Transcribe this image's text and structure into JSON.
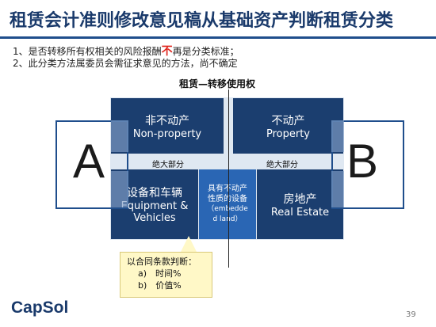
{
  "title": "租赁会计准则修改意见稿从基础资产判断租赁分类",
  "bullets": {
    "b1_prefix": "1、是否转移所有权相关的风险报酬",
    "b1_highlight": "不",
    "b1_suffix": "再是分类标准；",
    "b2": "2、此分类方法属委员会需征求意见的方法，尚不确定"
  },
  "center_label": "租赁—转移使用权",
  "quadrants": {
    "non_property": {
      "cn": "非不动产",
      "en": "Non-property"
    },
    "property": {
      "cn": "不动产",
      "en": "Property"
    },
    "equipment": {
      "cn": "设备和车辆",
      "en1": "Equipment &",
      "en2": "Vehicles"
    },
    "real_estate": {
      "cn": "房地产",
      "en": "Real Estate"
    },
    "embedded": {
      "cn1": "具有不动产",
      "cn2": "性质的设备",
      "en1": "（embedde",
      "en2": "d land）"
    }
  },
  "mid_labels": {
    "left": "绝大部分",
    "right": "绝大部分"
  },
  "letters": {
    "a": "A",
    "b": "B"
  },
  "callout": {
    "heading": "以合同条款判断：",
    "item_a": "a)　时间%",
    "item_b": "b)　价值%"
  },
  "logo": "CapSol",
  "page_number": "39",
  "colors": {
    "title": "#1a3a6b",
    "quad_dark": "#1b3e6f",
    "quad_embedded": "#2a66b4",
    "highlight": "#e0271f",
    "callout_bg": "#fff8c7"
  }
}
